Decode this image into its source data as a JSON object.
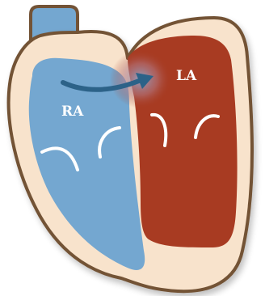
{
  "labels": {
    "right_atrium": "RA",
    "left_atrium": "LA"
  },
  "icons": {
    "shunt_arrow": "arrow-right-curved"
  },
  "colors": {
    "outline": "#735336",
    "wall": "#f8e3cc",
    "right_heart": "#74a7d0",
    "left_heart": "#a83b22",
    "arrow": "#2c6288",
    "valve": "#ffffff"
  }
}
